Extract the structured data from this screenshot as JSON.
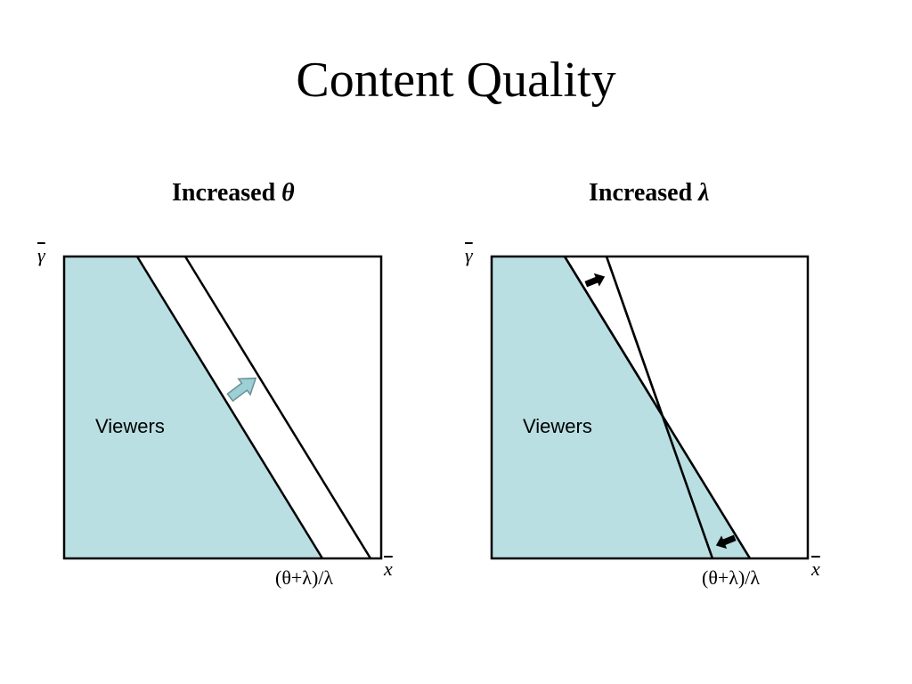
{
  "title": "Content Quality",
  "left_panel": {
    "heading_text": "Increased ",
    "heading_symbol": "θ",
    "y_axis": "γ",
    "x_axis": "x",
    "region_label": "Viewers",
    "threshold_label": "(θ+λ)/λ"
  },
  "right_panel": {
    "heading_text": "Increased ",
    "heading_symbol": "λ",
    "y_axis": "γ",
    "x_axis": "x",
    "region_label": "Viewers",
    "threshold_label": "(θ+λ)/λ"
  },
  "colors": {
    "viewers_fill": "#b9dfe3",
    "arrow_fill": "#9ccfd6",
    "stroke": "#000000"
  },
  "icons": [
    "shift-arrow-icon",
    "rotate-arrow-up-icon",
    "rotate-arrow-down-icon"
  ]
}
